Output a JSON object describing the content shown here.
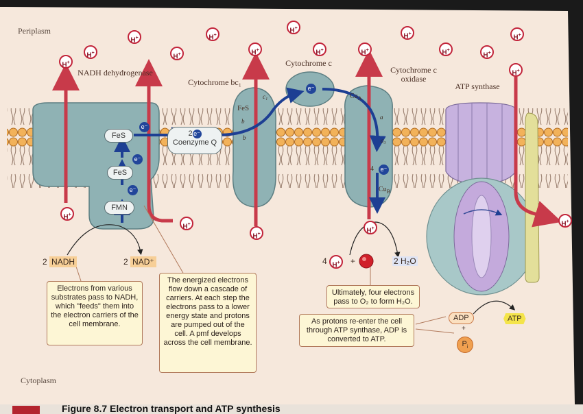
{
  "regions": {
    "periplasm": "Periplasm",
    "cytoplasm": "Cytoplasm"
  },
  "proton_text": "H",
  "proton_charge": "+",
  "electron_text": "e⁻",
  "complexes": {
    "nadh_dehydrogenase": "NADH dehydrogenase",
    "cytochrome_bc1": "Cytochrome bc₁",
    "cytochrome_c": "Cytochrome c",
    "cytochrome_c_oxidase": "Cytochrome c oxidase",
    "atp_synthase": "ATP synthase"
  },
  "carriers": {
    "fes_top": "FeS",
    "fes_mid": "FeS",
    "fmn": "FMN",
    "two_e": "2",
    "coenzyme_q": "Coenzyme Q",
    "fes_bc1": "FeS",
    "c1": "c₁",
    "b1": "b",
    "b2": "b",
    "cua": "Cu",
    "cua_sub": "A",
    "a": "a",
    "a3": "a₃",
    "four_e": "4",
    "cub": "Cu",
    "cub_sub": "B"
  },
  "reaction": {
    "nadh_coef": "2",
    "nadh": "NADH",
    "nad_coef": "2",
    "nad": "NAD⁺",
    "four": "4",
    "plus": "+",
    "water": "2 H₂O",
    "adp": "ADP",
    "atp": "ATP",
    "pi": "P",
    "pi_sub": "i"
  },
  "callouts": {
    "electrons_from_substrates": "Electrons from various substrates pass to NADH, which \"feeds\" them into the electron carriers of the cell membrane.",
    "energized_electrons": "The energized electrons flow down a cascade of carriers. At each step the electrons pass to a lower energy state and protons are pumped out of the cell. A pmf develops across the cell membrane.",
    "four_electrons": "Ultimately, four electrons pass to O₂ to form H₂O.",
    "protons_reenter": "As protons re-enter the cell through ATP synthase, ADP is converted to ATP."
  },
  "caption": "Figure 8.7  Electron transport and ATP synthesis"
}
